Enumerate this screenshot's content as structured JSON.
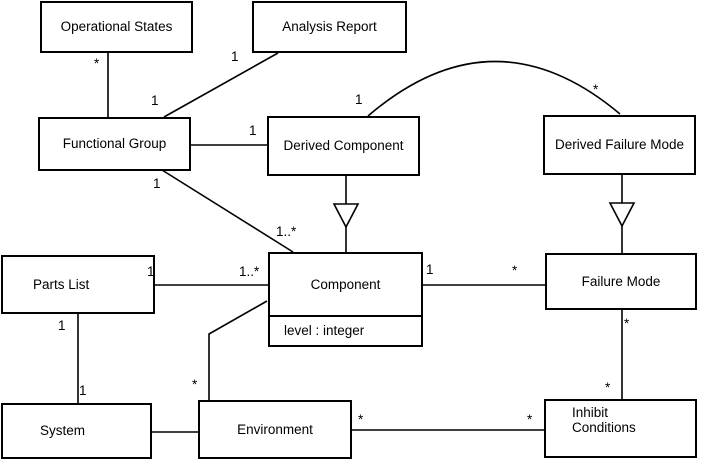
{
  "diagram": {
    "type": "uml-class-diagram",
    "colors": {
      "line": "#000000",
      "box_fill": "#ffffff",
      "background": "#ffffff",
      "text": "#000000"
    },
    "classes": [
      {
        "id": "operational-states",
        "name": "Operational States",
        "attributes": []
      },
      {
        "id": "analysis-report",
        "name": "Analysis Report",
        "attributes": []
      },
      {
        "id": "functional-group",
        "name": "Functional Group",
        "attributes": []
      },
      {
        "id": "derived-component",
        "name": "Derived Component",
        "attributes": []
      },
      {
        "id": "derived-failure-mode",
        "name": "Derived Failure Mode",
        "attributes": []
      },
      {
        "id": "parts-list",
        "name": "Parts List",
        "attributes": []
      },
      {
        "id": "component",
        "name": "Component",
        "attributes": [
          "level : integer"
        ]
      },
      {
        "id": "failure-mode",
        "name": "Failure Mode",
        "attributes": []
      },
      {
        "id": "system",
        "name": "System",
        "attributes": []
      },
      {
        "id": "environment",
        "name": "Environment",
        "attributes": []
      },
      {
        "id": "inhibit-conditions",
        "name": "Inhibit Conditions",
        "attributes": []
      }
    ],
    "associations": [
      {
        "from": "operational-states",
        "to": "functional-group",
        "from_multiplicity": "*",
        "to_multiplicity": ""
      },
      {
        "from": "analysis-report",
        "to": "functional-group",
        "from_multiplicity": "1",
        "to_multiplicity": "1"
      },
      {
        "from": "functional-group",
        "to": "derived-component",
        "from_multiplicity": "",
        "to_multiplicity": "1"
      },
      {
        "from": "functional-group",
        "to": "component",
        "from_multiplicity": "1",
        "to_multiplicity": "1..*"
      },
      {
        "from": "parts-list",
        "to": "component",
        "from_multiplicity": "1",
        "to_multiplicity": "1..*"
      },
      {
        "from": "parts-list",
        "to": "system",
        "from_multiplicity": "1",
        "to_multiplicity": "1"
      },
      {
        "from": "component",
        "to": "environment",
        "from_multiplicity": "",
        "to_multiplicity": "*"
      },
      {
        "from": "component",
        "to": "failure-mode",
        "from_multiplicity": "1",
        "to_multiplicity": "*"
      },
      {
        "from": "derived-component",
        "to": "derived-failure-mode",
        "from_multiplicity": "1",
        "to_multiplicity": "*"
      },
      {
        "from": "failure-mode",
        "to": "inhibit-conditions",
        "from_multiplicity": "*",
        "to_multiplicity": "*"
      },
      {
        "from": "environment",
        "to": "inhibit-conditions",
        "from_multiplicity": "*",
        "to_multiplicity": "*"
      },
      {
        "from": "system",
        "to": "environment",
        "from_multiplicity": "",
        "to_multiplicity": ""
      }
    ],
    "generalizations": [
      {
        "subclass": "derived-component",
        "superclass": "component"
      },
      {
        "subclass": "derived-failure-mode",
        "superclass": "failure-mode"
      }
    ]
  }
}
